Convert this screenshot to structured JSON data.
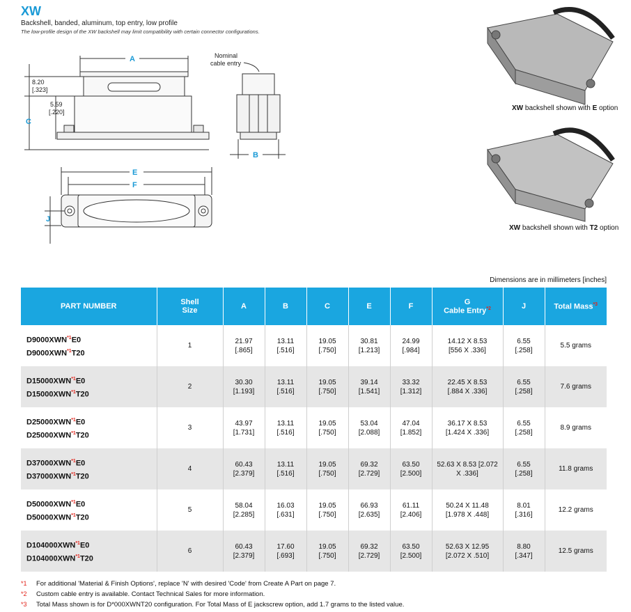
{
  "header": {
    "title": "XW",
    "subtitle": "Backshell, banded, aluminum, top entry, low profile",
    "note": "The low-profile design of the XW backshell may limit compatibility with certain connector configurations."
  },
  "drawing": {
    "dim_A": "A",
    "dim_B": "B",
    "dim_C": "C",
    "dim_E": "E",
    "dim_F": "F",
    "dim_J": "J",
    "dim_820_mm": "8.20",
    "dim_820_in": "[.323]",
    "dim_559_mm": "5.59",
    "dim_559_in": "[.220]",
    "nominal_1": "Nominal",
    "nominal_2": "cable entry"
  },
  "photos": {
    "caption_e_prefix": "XW",
    "caption_e_mid": " backshell shown with ",
    "caption_e_opt": "E",
    "caption_e_suffix": " option",
    "caption_t2_prefix": "XW",
    "caption_t2_mid": " backshell shown with ",
    "caption_t2_opt": "T2",
    "caption_t2_suffix": " option"
  },
  "dims_note": "Dimensions are in millimeters [inches]",
  "table": {
    "headers": {
      "part_number": "PART NUMBER",
      "shell_size_1": "Shell",
      "shell_size_2": "Size",
      "a": "A",
      "b": "B",
      "c": "C",
      "e": "E",
      "f": "F",
      "g_1": "G",
      "g_2": "Cable Entry",
      "g_mark": "*2",
      "j": "J",
      "mass": "Total Mass",
      "mass_mark": "*3"
    },
    "rows": [
      {
        "p1a": "D9000XWN",
        "p1b": "E0",
        "p2a": "D9000XWN",
        "p2b": "T20",
        "mark": "*1",
        "size": "1",
        "a1": "21.97",
        "a2": "[.865]",
        "b1": "13.11",
        "b2": "[.516]",
        "c1": "19.05",
        "c2": "[.750]",
        "e1": "30.81",
        "e2": "[1.213]",
        "f1": "24.99",
        "f2": "[.984]",
        "g1": "14.12 X 8.53",
        "g2": "[556 X .336]",
        "j1": "6.55",
        "j2": "[.258]",
        "mass": "5.5 grams"
      },
      {
        "p1a": "D15000XWN",
        "p1b": "E0",
        "p2a": "D15000XWN",
        "p2b": "T20",
        "mark": "*1",
        "size": "2",
        "a1": "30.30",
        "a2": "[1.193]",
        "b1": "13.11",
        "b2": "[.516]",
        "c1": "19.05",
        "c2": "[.750]",
        "e1": "39.14",
        "e2": "[1.541]",
        "f1": "33.32",
        "f2": "[1.312]",
        "g1": "22.45 X 8.53",
        "g2": "[.884 X .336]",
        "j1": "6.55",
        "j2": "[.258]",
        "mass": "7.6 grams"
      },
      {
        "p1a": "D25000XWN",
        "p1b": "E0",
        "p2a": "D25000XWN",
        "p2b": "T20",
        "mark": "*1",
        "size": "3",
        "a1": "43.97",
        "a2": "[1.731]",
        "b1": "13.11",
        "b2": "[.516]",
        "c1": "19.05",
        "c2": "[.750]",
        "e1": "53.04",
        "e2": "[2.088]",
        "f1": "47.04",
        "f2": "[1.852]",
        "g1": "36.17 X 8.53",
        "g2": "[1.424 X .336]",
        "j1": "6.55",
        "j2": "[.258]",
        "mass": "8.9 grams"
      },
      {
        "p1a": "D37000XWN",
        "p1b": "E0",
        "p2a": "D37000XWN",
        "p2b": "T20",
        "mark": "*1",
        "size": "4",
        "a1": "60.43",
        "a2": "[2.379]",
        "b1": "13.11",
        "b2": "[.516]",
        "c1": "19.05",
        "c2": "[.750]",
        "e1": "69.32",
        "e2": "[2.729]",
        "f1": "63.50",
        "f2": "[2.500]",
        "g1": "52.63 X 8.53 [2.072",
        "g2": "X .336]",
        "j1": "6.55",
        "j2": "[.258]",
        "mass": "11.8 grams"
      },
      {
        "p1a": "D50000XWN",
        "p1b": "E0",
        "p2a": "D50000XWN",
        "p2b": "T20",
        "mark": "*1",
        "size": "5",
        "a1": "58.04",
        "a2": "[2.285]",
        "b1": "16.03",
        "b2": "[.631]",
        "c1": "19.05",
        "c2": "[.750]",
        "e1": "66.93",
        "e2": "[2.635]",
        "f1": "61.11",
        "f2": "[2.406]",
        "g1": "50.24 X 11.48",
        "g2": "[1.978 X .448]",
        "j1": "8.01",
        "j2": "[.316]",
        "mass": "12.2 grams"
      },
      {
        "p1a": "D104000XWN",
        "p1b": "E0",
        "p2a": "D104000XWN",
        "p2b": "T20",
        "mark": "*1",
        "size": "6",
        "a1": "60.43",
        "a2": "[2.379]",
        "b1": "17.60",
        "b2": "[.693]",
        "c1": "19.05",
        "c2": "[.750]",
        "e1": "69.32",
        "e2": "[2.729]",
        "f1": "63.50",
        "f2": "[2.500]",
        "g1": "52.63 X 12.95",
        "g2": "[2.072 X .510]",
        "j1": "8.80",
        "j2": "[.347]",
        "mass": "12.5 grams"
      }
    ]
  },
  "footnotes": [
    {
      "mark": "*1",
      "text": "For additional 'Material & Finish Options', replace 'N' with desired 'Code' from Create A Part on page 7."
    },
    {
      "mark": "*2",
      "text": "Custom cable entry is available. Contact Technical Sales for more information."
    },
    {
      "mark": "*3",
      "text": "Total Mass shown is for D*000XWNT20 configuration. For Total Mass of E jackscrew option, add 1.7 grams to the listed value."
    }
  ],
  "colors": {
    "accent": "#1aa6e0",
    "title": "#1a9ad6",
    "mark": "#e2231a",
    "row_shade": "#e6e6e6"
  }
}
